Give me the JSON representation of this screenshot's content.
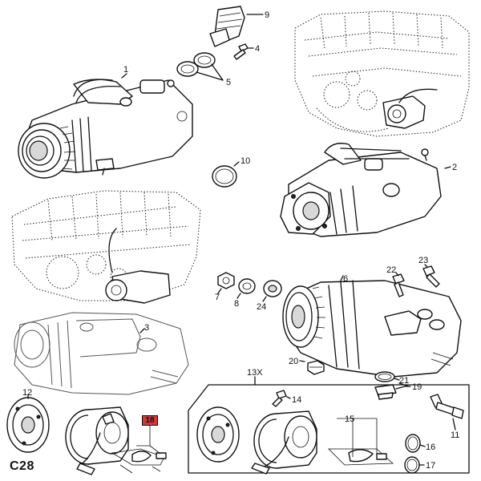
{
  "diagram": {
    "page_code": "C28",
    "highlighted_part": "18",
    "labels": {
      "p1": "1",
      "p2": "2",
      "p3": "3",
      "p4": "4",
      "p5": "5",
      "p6": "6",
      "p7": "7",
      "p8": "8",
      "p9": "9",
      "p10": "10",
      "p11": "11",
      "p12": "12",
      "p13x": "13X",
      "p14": "14",
      "p15": "15",
      "p16": "16",
      "p17": "17",
      "p19": "19",
      "p20": "20",
      "p21": "21",
      "p22": "22",
      "p23": "23",
      "p24": "24"
    }
  }
}
